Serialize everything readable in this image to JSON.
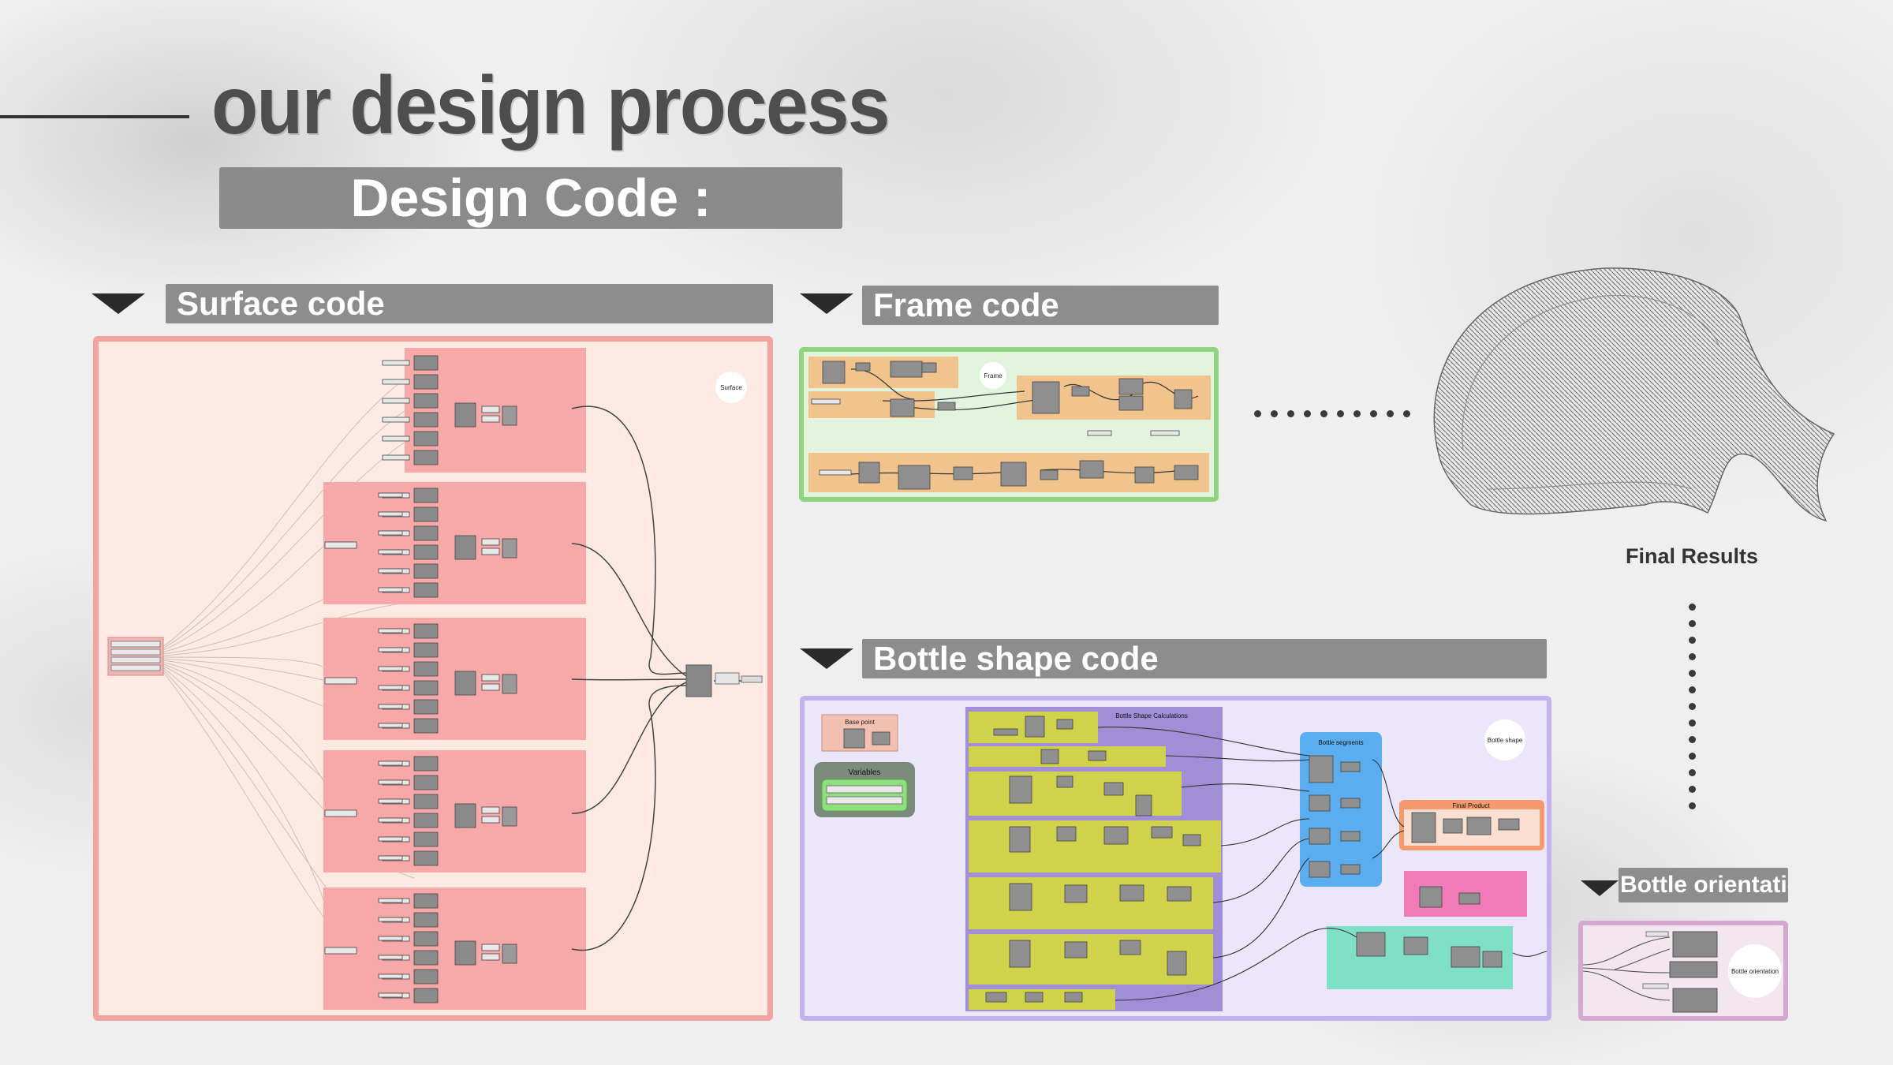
{
  "page": {
    "title": "our design process",
    "subtitle": "Design Code :"
  },
  "sections": {
    "surface": {
      "header": "Surface code",
      "badge": "Surface"
    },
    "frame": {
      "header": "Frame code",
      "badge": "Frame"
    },
    "bottle": {
      "header": "Bottle shape code",
      "badge": "Bottle shape",
      "base_point": "Base point",
      "variables": "Variables",
      "calculations": "Bottle Shape Calculations",
      "segments": "Bottle segments",
      "final_product": "Final Product"
    },
    "orientation": {
      "header": "Bottle orientation",
      "badge": "Bottle orientation"
    }
  },
  "result": {
    "label": "Final Results"
  },
  "colors": {
    "header_gray": "#8d8d8d",
    "surface_border": "#f4a3a3",
    "surface_group": "#f7a8a8",
    "frame_border": "#8fd47f",
    "frame_group": "#f2c48d",
    "bottle_border": "#c4b1f0",
    "bottle_group": "#cfd24a",
    "bottle_calc": "#a08fd6",
    "segments_group": "#5aaef0",
    "final_group": "#f59a6e",
    "pink_group": "#f07bb8",
    "teal_group": "#7fe0c6",
    "orientation_border": "#d5a9cf"
  }
}
